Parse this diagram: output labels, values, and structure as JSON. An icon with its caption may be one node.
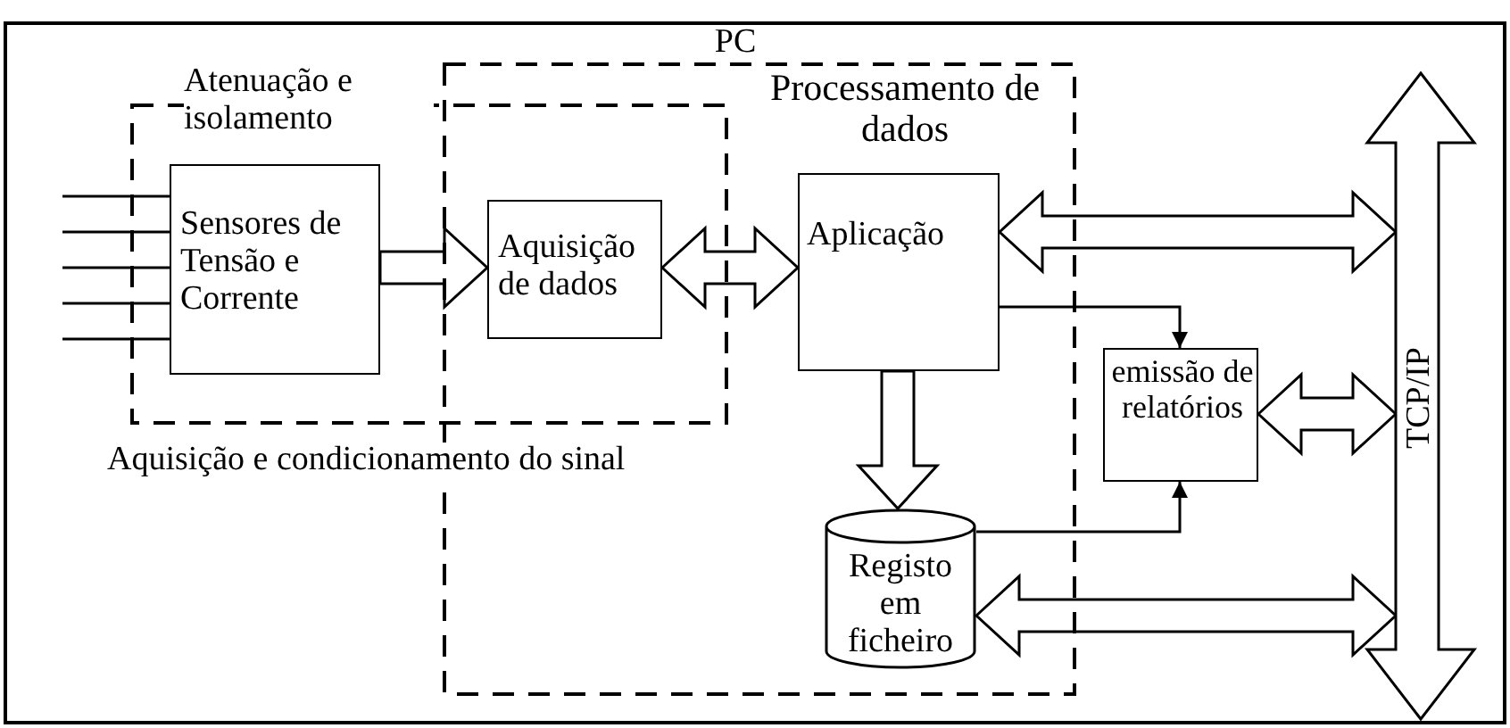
{
  "diagram": {
    "nodes": [
      {
        "text": [
          "Atenuação e isolamento",
          "Aquisição e condicionamento do sinal"
        ]
      },
      {
        "text": [
          "PC"
        ]
      },
      {
        "text": [
          "Sensores de Tensão e Corrente"
        ],
        "in": 0
      },
      {
        "text": [
          "Aquisição de dados"
        ]
      },
      {
        "text": [
          "Processamento de dados",
          "Aplicação"
        ],
        "in": 1
      },
      {
        "text": [
          "Registo em ficheiro"
        ],
        "in": 1
      },
      {
        "text": [
          "emissão de relatórios"
        ]
      },
      {
        "text": [
          "TCP/IP"
        ]
      }
    ],
    "edges": [
      {
        "from": null,
        "to": 2,
        "arrow": "none"
      },
      {
        "from": null,
        "to": 2,
        "arrow": "none"
      },
      {
        "from": null,
        "to": 2,
        "arrow": "none"
      },
      {
        "from": null,
        "to": 2,
        "arrow": "none"
      },
      {
        "from": null,
        "to": 2,
        "arrow": "none"
      },
      {
        "from": 2,
        "to": 3,
        "arrow": "to",
        "style": "thick"
      },
      {
        "from": 3,
        "to": 4,
        "arrow": "both",
        "style": "thick"
      },
      {
        "from": 4,
        "to": 7,
        "arrow": "both",
        "style": "thick"
      },
      {
        "from": 4,
        "to": 6,
        "arrow": "to"
      },
      {
        "from": 4,
        "to": 5,
        "arrow": "to",
        "style": "thick"
      },
      {
        "from": 5,
        "to": 6,
        "arrow": "to"
      },
      {
        "from": 6,
        "to": 7,
        "arrow": "both",
        "style": "thick"
      },
      {
        "from": 5,
        "to": 7,
        "arrow": "both",
        "style": "thick"
      }
    ]
  }
}
